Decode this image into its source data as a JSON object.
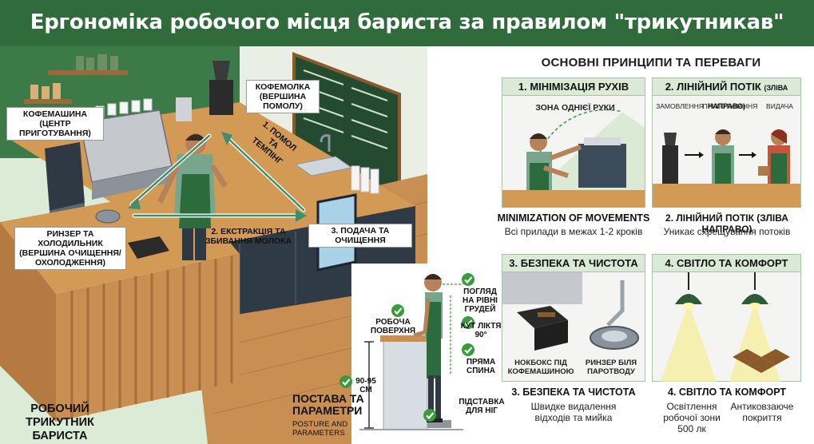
{
  "header": {
    "title": "Ергономіка робочого місця бариста за правилом \"трикутникав\""
  },
  "scene": {
    "labels": {
      "grinder": [
        "КОФЕМОЛКА",
        "(ВЕРШИНА ПОМОЛУ)"
      ],
      "espresso": [
        "КОФЕМАШИНА",
        "(ЦЕНТР ПРИГОТУВАННЯ)"
      ],
      "rinser": [
        "РИНЗЕР ТА ХОЛОДИЛЬНИК",
        "(ВЕРШИНА ОЧИЩЕННЯ/",
        "ОХОЛОДЖЕННЯ)"
      ]
    },
    "steps": {
      "step1": [
        "1. ПОМОЛ",
        "ТА ТЕМПІНГ"
      ],
      "step2": [
        "2. ЕКСТРАКЦІЯ ТА",
        "ЗБИВАННЯ МОЛОКА"
      ],
      "step3": "3. ПОДАЧА ТА ОЧИЩЕННЯ"
    },
    "triangle_title": [
      "РОБОЧИЙ",
      "ТРИКУТНИК",
      "БАРИСТА"
    ]
  },
  "posture": {
    "title": [
      "ПОСТАВА ТА",
      "ПАРАМЕТРИ"
    ],
    "subtitle": "POSTURE AND PARAMETERS",
    "labels": {
      "eye": [
        "ПОГЛЯД",
        "НА РІВНІ",
        "ГРУДЕЙ"
      ],
      "surface": [
        "РОБОЧА",
        "ПОВЕРХНЯ"
      ],
      "elbow": [
        "КУТ ЛІКТЯ",
        "90°"
      ],
      "back": [
        "ПРЯМА",
        "СПИНА"
      ],
      "footrest": [
        "ПІДСТАВКА",
        "ДЛЯ НІГ"
      ],
      "height": [
        "90-95",
        "см"
      ]
    }
  },
  "principles": {
    "title": "ОСНОВНІ ПРИНЦИПИ ТА ПЕРЕВАГИ",
    "p1": {
      "head": "1. МІНІМІЗАЦІЯ РУХІВ",
      "zone": "ЗОНА ОДНІЄЇ РУКИ",
      "caption": "MINIMIZATION OF MOVEMENTS",
      "sub": "Всі прилади в межах 1-2 кроків"
    },
    "p2": {
      "head": "2. ЛІНІЙНИЙ ПОТІК",
      "head_small": "(ЗЛІВА НАПРАВО)",
      "stages": [
        "ЗАМОВЛЕННЯ",
        "ПРИГОТУВАННЯ",
        "ВИДАЧА"
      ],
      "caption": "2. ЛІНІЙНИЙ ПОТІК (ЗЛІВА НАПРАВО)",
      "sub": "Уникає схрещування потоків"
    },
    "p3": {
      "head": "3. БЕЗПЕКА ТА ЧИСТОТА",
      "left": [
        "НОКБОКС ПІД",
        "КОФЕМАШИНОЮ"
      ],
      "right": [
        "РИНЗЕР БІЛЯ",
        "ПАРОТВОДУ"
      ],
      "caption": "3. БЕЗПЕКА ТА ЧИСТОТА",
      "sub": [
        "Швидке видалення",
        "відходів та мийка"
      ]
    },
    "p4": {
      "head": "4. СВІТЛО ТА КОМФОРТ",
      "caption": "4. СВІТЛО ТА КОМФОРТ",
      "sub_left": [
        "Освітлення",
        "робочої зони",
        "500 лк"
      ],
      "sub_right": [
        "Антиковзаюче",
        "покриття"
      ]
    }
  },
  "colors": {
    "brand_green": "#2f6b3b",
    "panel_border": "#a9c3a6",
    "counter_wood": "#d39a55",
    "floor_wood": "#c98e52",
    "cabinet": "#2f3a47",
    "check_green": "#3a9b3c"
  }
}
